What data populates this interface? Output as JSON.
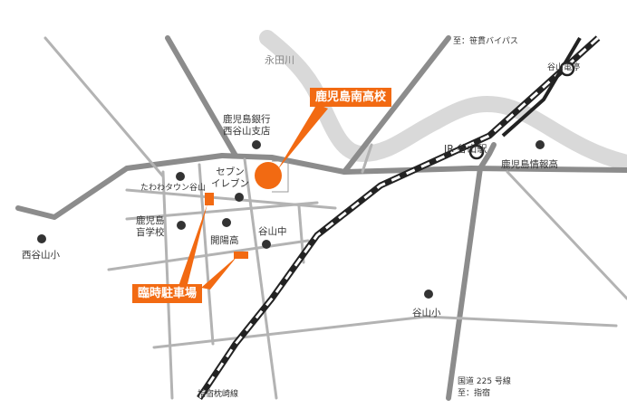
{
  "colors": {
    "accent": "#f26a12",
    "river": "#d9d9d9",
    "road_major": "#888888",
    "road_minor": "#aaaaaa",
    "rail": "#222222",
    "poi": "#333333"
  },
  "places": {
    "school": "鹿児島南高校",
    "parking": "臨時駐車場",
    "river": "永田川",
    "bank_line1": "鹿児島銀行",
    "bank_line2": "西谷山支店",
    "seven_line1": "セブン",
    "seven_line2": "イレブン",
    "tawawa": "たわわタウン谷山",
    "blind_line1": "鹿児島",
    "blind_line2": "盲学校",
    "kaiyo": "開陽高",
    "taniyama_jhs": "谷山中",
    "nishitaniyama_es": "西谷山小",
    "taniyama_es": "谷山小",
    "jouhou": "鹿児島情報高",
    "jr_station": "JR 谷山駅",
    "tram_stop": "谷山電停",
    "bypass": "至：笹貫バイパス",
    "ibusuki_line": "指宿枕崎線",
    "route225_line1": "国道 225 号線",
    "route225_line2": "至：指宿"
  }
}
